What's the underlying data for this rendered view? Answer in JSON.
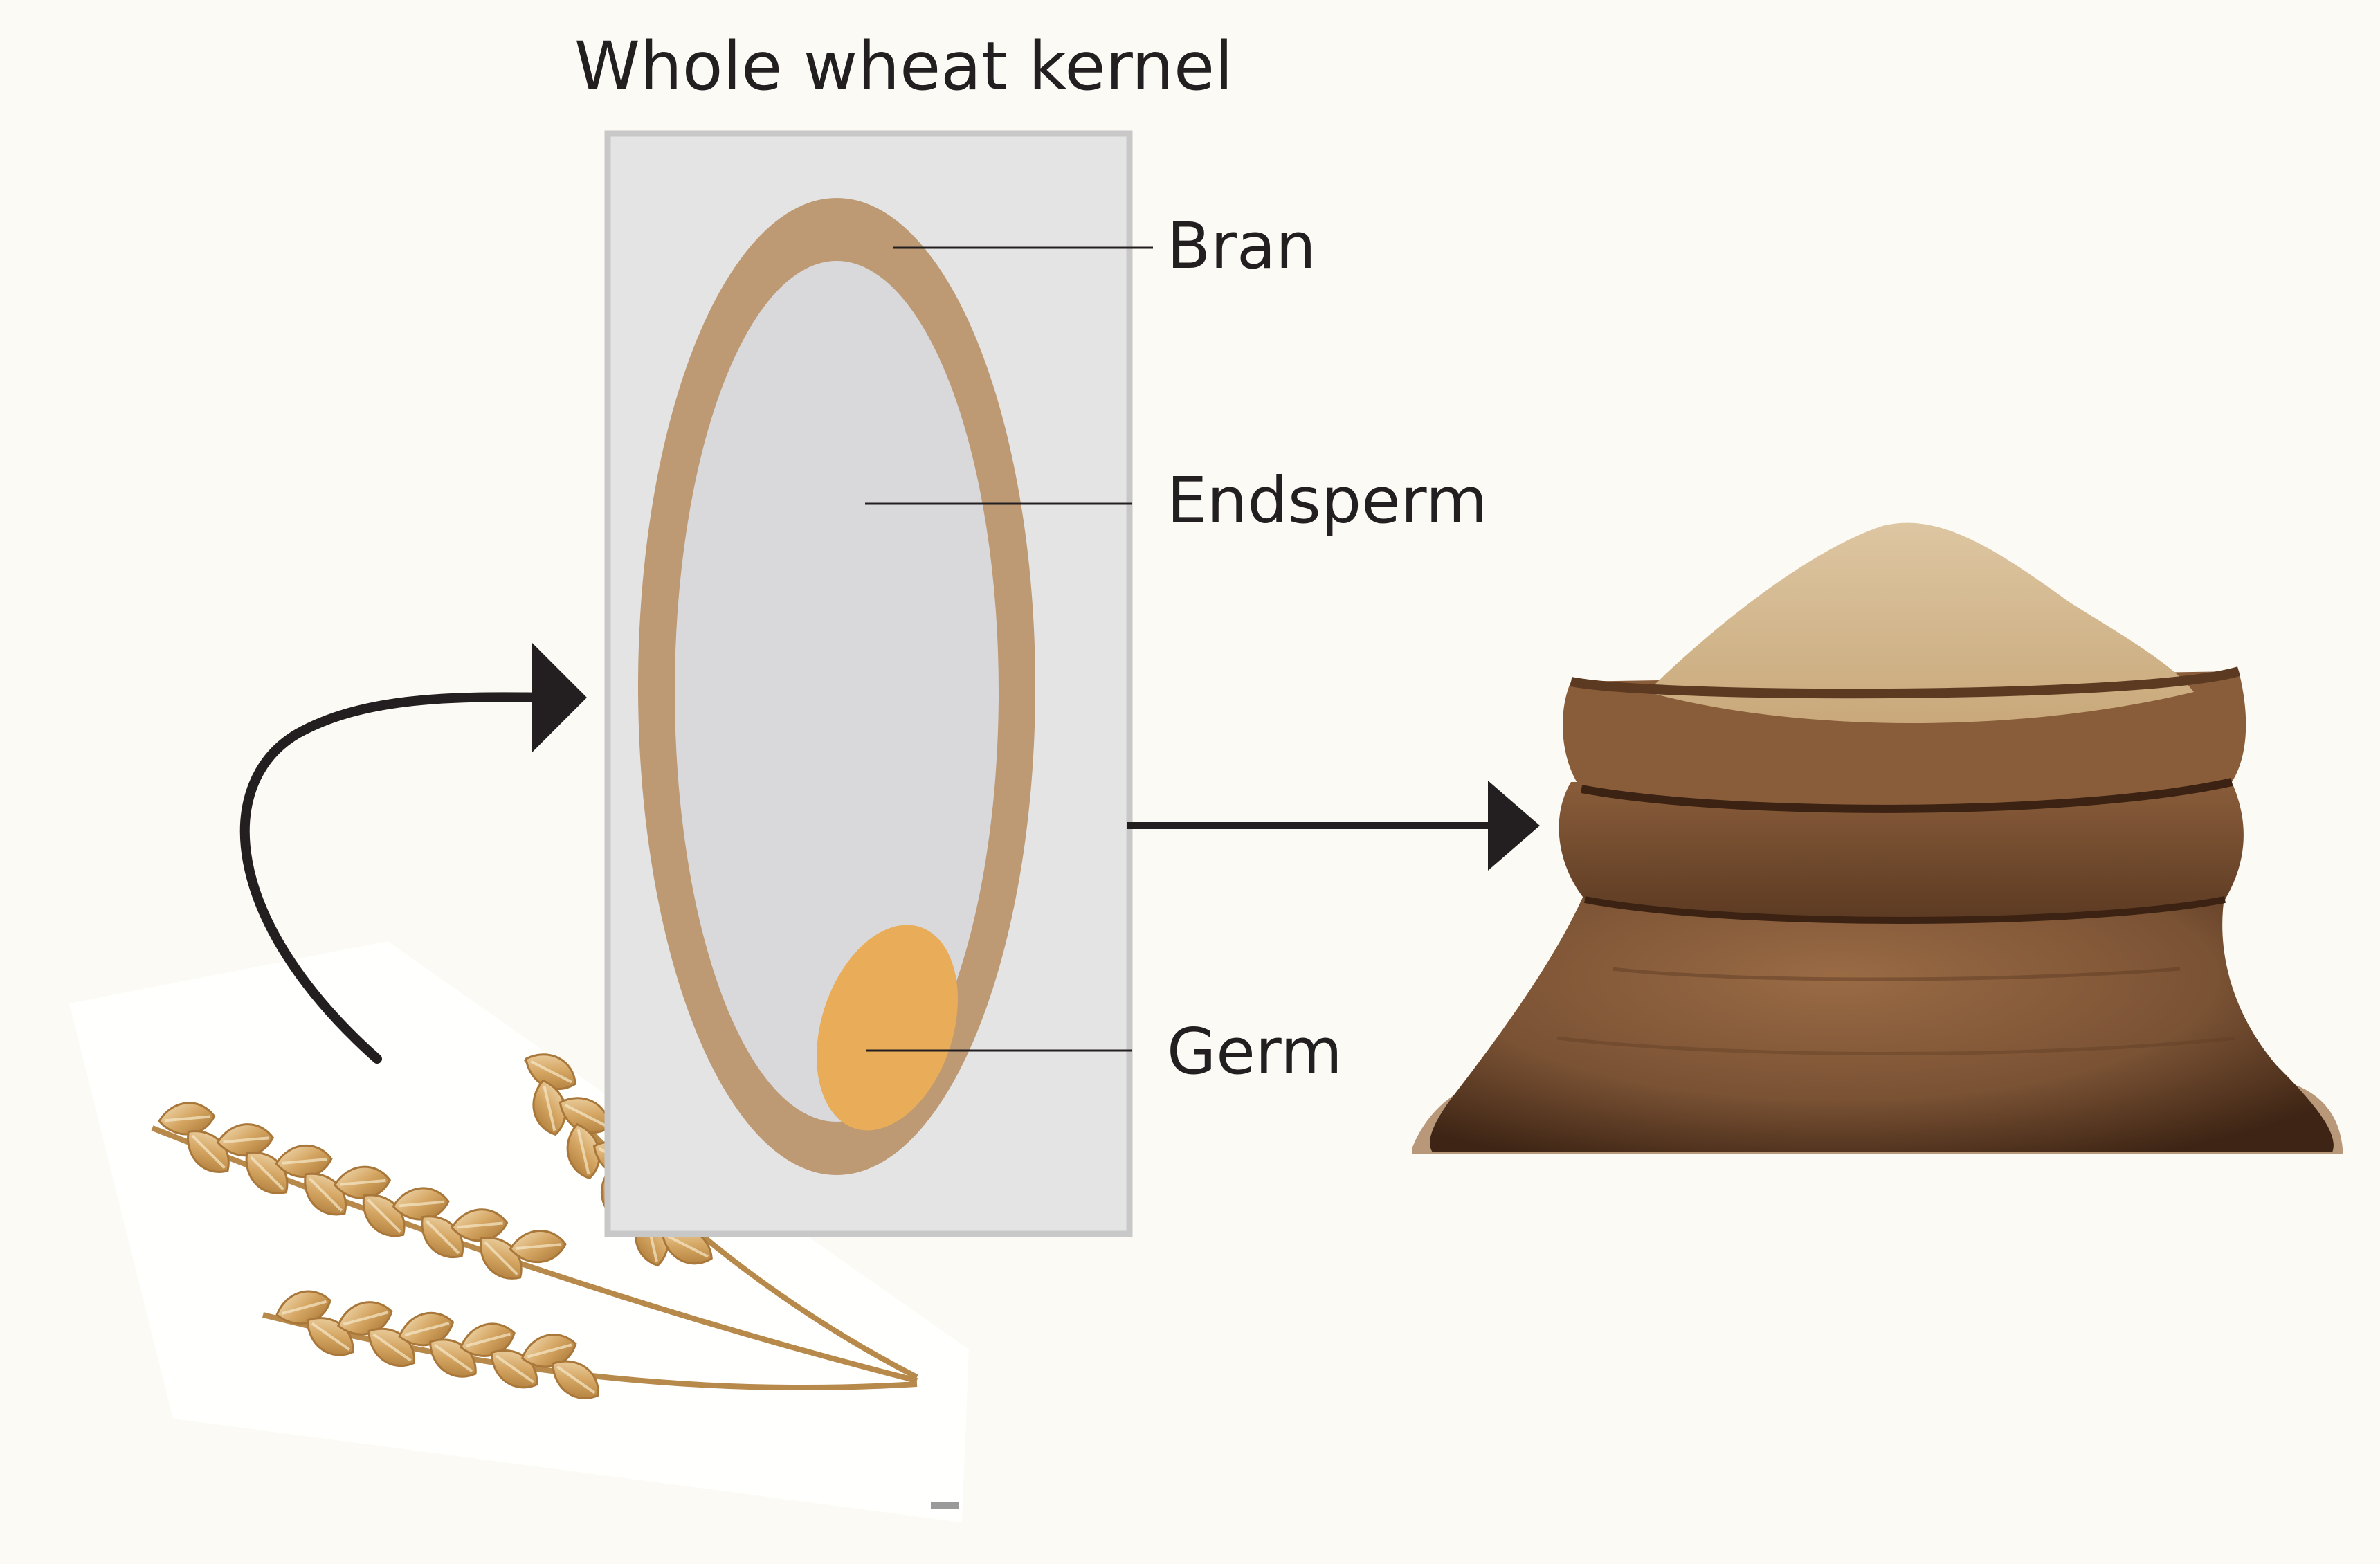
{
  "diagram": {
    "title": "Whole wheat kernel",
    "parts": {
      "bran": "Bran",
      "endosperm": "Endsperm",
      "germ": "Germ"
    }
  },
  "colors": {
    "background": "#fbfaf5",
    "kernel_panel": "#e4e4e4",
    "kernel_panel_border": "#c8c8c8",
    "bran": "#bd9a74",
    "endosperm": "#d9d9dc",
    "germ": "#e9ac58",
    "arrow": "#231f20",
    "leader_line": "#231f20",
    "wheat": "#d2a86a",
    "sack": "#7a5234",
    "flour": "#d6bd97"
  },
  "icons": {
    "wheat": "wheat-ears-illustration",
    "sack": "flour-sack-illustration"
  }
}
